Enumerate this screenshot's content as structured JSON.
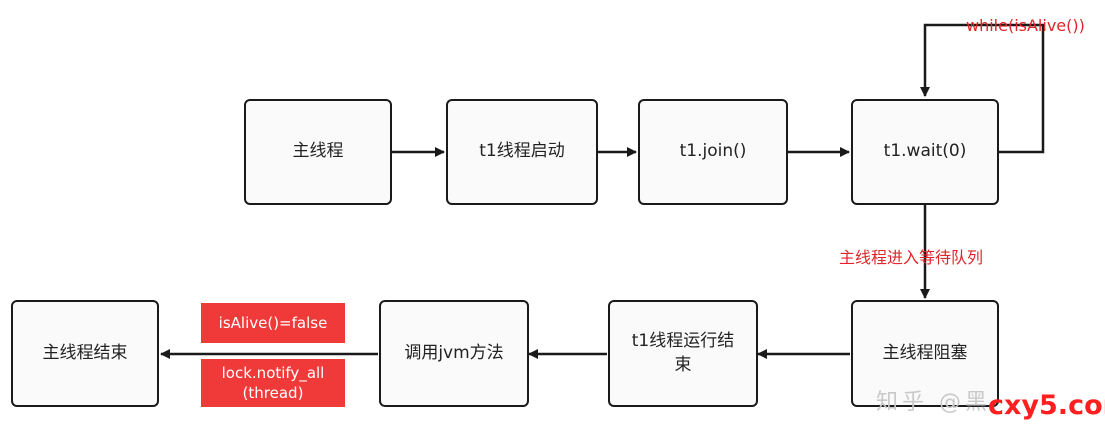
{
  "nodes": {
    "main_thread": "主线程",
    "t1_start": "t1线程启动",
    "t1_join": "t1.join()",
    "t1_wait": "t1.wait(0)",
    "main_blocked": "主线程阻塞",
    "t1_end": "t1线程运行结\n束",
    "call_jvm": "调用jvm方法",
    "main_end": "主线程结束"
  },
  "labels": {
    "while_loop": "while(isAlive())",
    "enter_wait_queue": "主线程进入等待队列",
    "is_alive_false": "isAlive()=false",
    "notify_all": "lock.notify_all\n(thread)"
  },
  "watermark": {
    "zhihu": "知乎 @黑",
    "site": "cxy5.com"
  },
  "colors": {
    "red_text": "#e0262a",
    "red_box": "#f03a3a",
    "node_border": "#1a1a1a"
  }
}
